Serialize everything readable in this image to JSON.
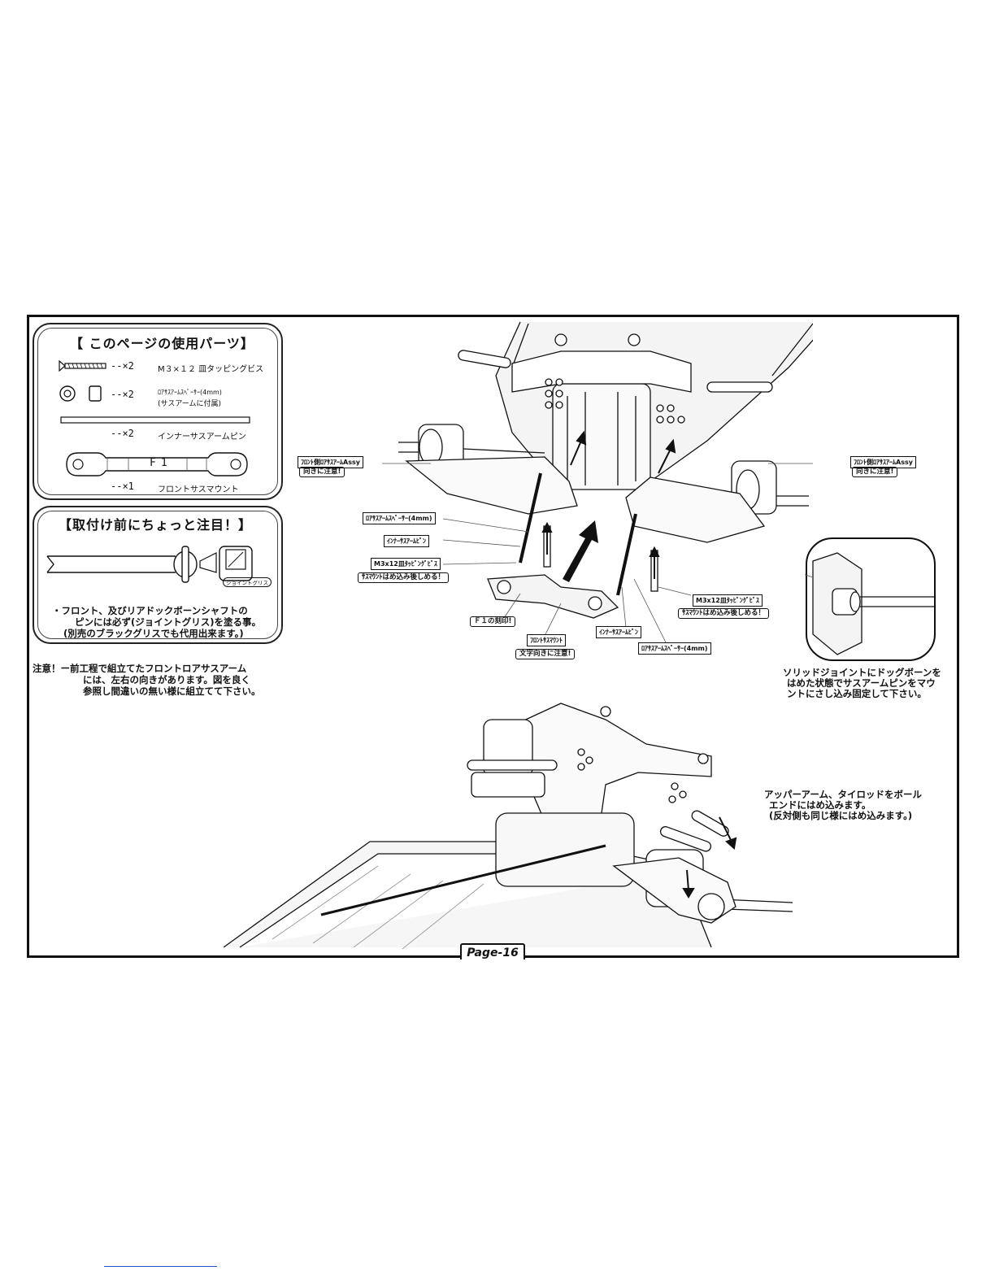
{
  "parts_panel": {
    "title": "【 このページの使用パーツ】",
    "items": [
      {
        "icon": "screw-icon",
        "qty": "--×2",
        "name": "M３×１２ 皿タッピングビス"
      },
      {
        "icon": "spacer-icon",
        "qty": "--×2",
        "name": "ﾛｱｻｽｱｰﾑｽﾍﾟｰｻｰ(4mm)",
        "name2": "(サスアームに付属)"
      },
      {
        "icon": "pin-icon",
        "qty": "--×2",
        "name": "インナーサスアームピン"
      },
      {
        "icon": "mount-icon",
        "qty": "--×1",
        "name": "フロントサスマウント",
        "mark": "F1"
      }
    ]
  },
  "attention_panel": {
    "title": "【取付け前にちょっと注目！】",
    "grease_label": "ジョイントグリス",
    "lines": [
      "・フロント、及びリアドックボーンシャフトの",
      "ピンには必ず(ジョイントグリス)を塗る事。",
      "(別売のブラックグリスでも代用出来ます。)"
    ]
  },
  "caution": {
    "lines": [
      "注意！ー前工程で組立てたフロントロアサスアーム",
      "には、左右の向きがあります。図を良く",
      "参照し間違いの無い様に組立てて下さい。"
    ]
  },
  "callouts": {
    "left_assy": "ﾌﾛﾝﾄ側ﾛｱｻｽｱｰﾑAssy",
    "left_assy_sub": "向きに注意!",
    "right_assy": "ﾌﾛﾝﾄ側ﾛｱｻｽｱｰﾑAssy",
    "right_assy_sub": "向きに注意!",
    "spacer_left": "ﾛｱｻｽｱｰﾑｽﾍﾟｰｻｰ(4mm)",
    "pin_left": "ｲﾝﾅｰｻｽｱｰﾑﾋﾟﾝ",
    "screw_left": "M3x12皿ﾀｯﾋﾟﾝｸﾞﾋﾞｽ",
    "screw_left_sub": "ｻｽﾏｳﾝﾄはめ込み後しめる！",
    "f1_mark": "Ｆ１の刻印!",
    "mount": "ﾌﾛﾝﾄｻｽﾏｳﾝﾄ",
    "mount_sub": "文字向きに注意!",
    "pin_right": "ｲﾝﾅｰｻｽｱｰﾑﾋﾟﾝ",
    "spacer_right": "ﾛｱｻｽｱｰﾑｽﾍﾟｰｻｰ(4mm)",
    "screw_right": "M3x12皿ﾀｯﾋﾟﾝｸﾞﾋﾞｽ",
    "screw_right_sub": "ｻｽﾏｳﾝﾄはめ込み後しめる！"
  },
  "detail_note": {
    "lines": [
      "ソリッドジョイントにドッグボーンを",
      "はめた状態でサスアームピンをマウ",
      "ントにさし込み固定して下さい。"
    ]
  },
  "upper_arm_note": {
    "lines": [
      "アッパーアーム、タイロッドをボール",
      "エンドにはめ込みます。",
      "(反対側も同じ様にはめ込みます。)"
    ]
  },
  "page_label": "Page-16"
}
